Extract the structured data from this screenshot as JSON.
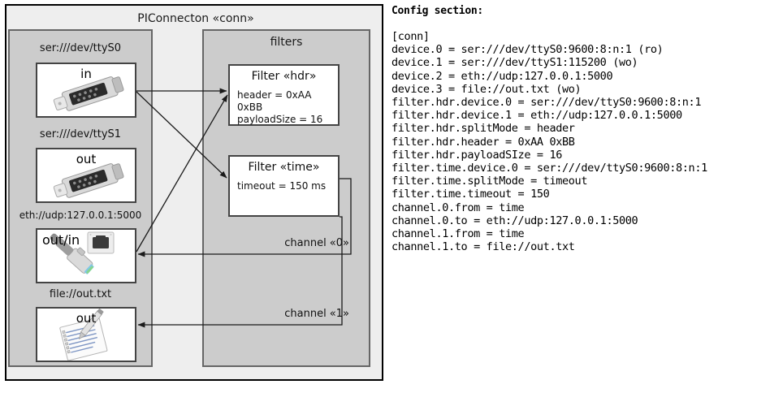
{
  "diagram": {
    "title": "PIConnecton «conn»",
    "devices_panel": {
      "name": "devices",
      "items": [
        {
          "label": "ser:///dev/ttyS0",
          "direction": "in",
          "icon": "serial-port-icon"
        },
        {
          "label": "ser:///dev/ttyS1",
          "direction": "out",
          "icon": "serial-port-icon"
        },
        {
          "label": "eth://udp:127.0.0.1:5000",
          "direction": "out/in",
          "icon": "ethernet-plug-icon"
        },
        {
          "label": "file://out.txt",
          "direction": "out",
          "icon": "text-file-icon"
        }
      ]
    },
    "filters_panel": {
      "title": "filters",
      "items": [
        {
          "title": "Filter «hdr»",
          "attrs": [
            "header = 0xAA 0xBB",
            "payloadSize = 16"
          ]
        },
        {
          "title": "Filter «time»",
          "attrs": [
            "timeout = 150 ms"
          ]
        }
      ]
    },
    "channels": [
      {
        "label": "channel «0»"
      },
      {
        "label": "channel «1»"
      }
    ]
  },
  "config": {
    "heading": "Config section:",
    "text": "[conn]\ndevice.0 = ser:///dev/ttyS0:9600:8:n:1 (ro)\ndevice.1 = ser:///dev/ttyS1:115200 (wo)\ndevice.2 = eth://udp:127.0.0.1:5000\ndevice.3 = file://out.txt (wo)\nfilter.hdr.device.0 = ser:///dev/ttyS0:9600:8:n:1\nfilter.hdr.device.1 = eth://udp:127.0.0.1:5000\nfilter.hdr.splitMode = header\nfilter.hdr.header = 0xAA 0xBB\nfilter.hdr.payloadSIze = 16\nfilter.time.device.0 = ser:///dev/ttyS0:9600:8:n:1\nfilter.time.splitMode = timeout\nfilter.time.timeout = 150\nchannel.0.from = time\nchannel.0.to = eth://udp:127.0.0.1:5000\nchannel.1.from = time\nchannel.1.to = file://out.txt"
  },
  "colors": {
    "outer_bg": "#eeeeee",
    "panel_bg": "#cccccc",
    "panel_border": "#666666",
    "box_bg": "#ffffff",
    "box_border": "#444444",
    "line": "#1a1a1a"
  }
}
